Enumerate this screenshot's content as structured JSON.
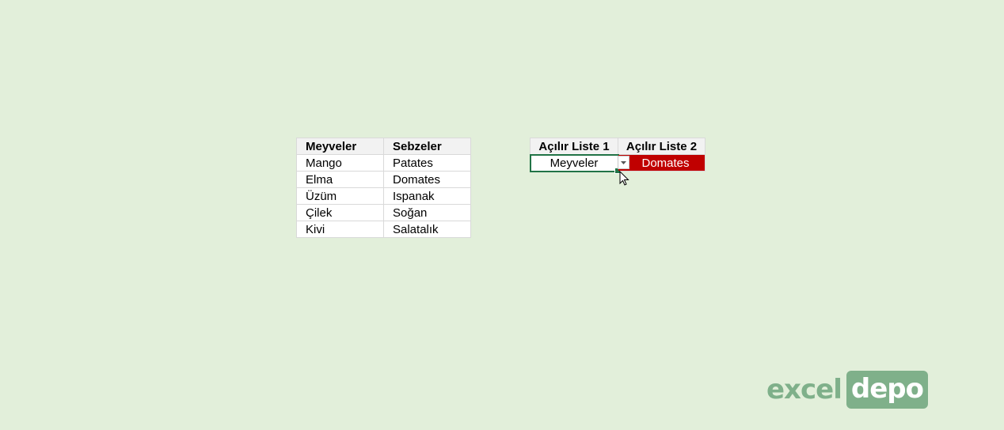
{
  "source_table": {
    "headers": [
      "Meyveler",
      "Sebzeler"
    ],
    "rows": [
      [
        "Mango",
        "Patates"
      ],
      [
        "Elma",
        "Domates"
      ],
      [
        "Üzüm",
        "Ispanak"
      ],
      [
        "Çilek",
        "Soğan"
      ],
      [
        "Kivi",
        "Salatalık"
      ]
    ]
  },
  "dropdown_table": {
    "headers": [
      "Açılır Liste 1",
      "Açılır Liste 2"
    ],
    "list1_value": "Meyveler",
    "list2_value": "Domates"
  },
  "colors": {
    "background": "#e2efda",
    "selection": "#217346",
    "highlight": "#c00000",
    "logo": "#7fb08a"
  },
  "icons": {
    "dropdown": "chevron-down-icon",
    "cursor": "mouse-pointer-icon"
  },
  "logo": {
    "part1": "excel",
    "part2": "depo"
  }
}
